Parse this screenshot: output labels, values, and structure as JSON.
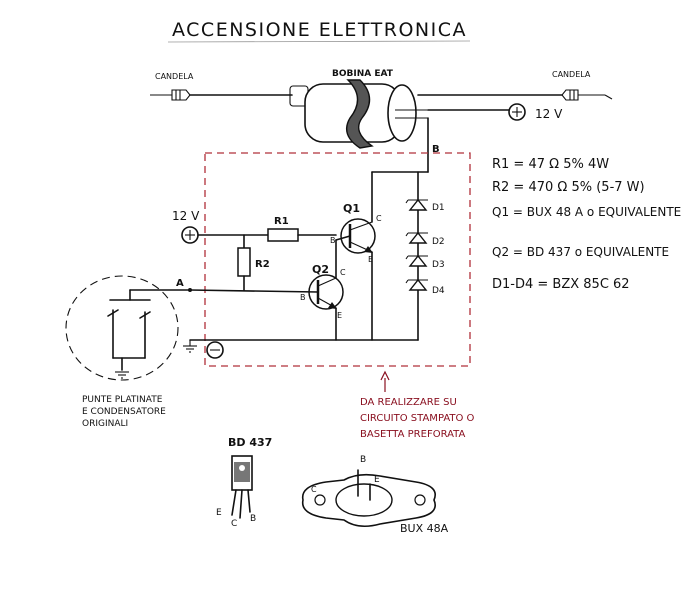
{
  "title": "ACCENSIONE ELETTRONICA",
  "labels": {
    "candela_left": "CANDELA",
    "candela_right": "CANDELA",
    "coil": "BOBINA EAT",
    "v12_top": "12 V",
    "v12_left": "12 V",
    "node_b": "B",
    "node_a": "A",
    "r1": "R1",
    "r2": "R2",
    "q1": "Q1",
    "q2": "Q2",
    "pin_c": "C",
    "pin_b": "B",
    "pin_e": "E",
    "d1": "D1",
    "d2": "D2",
    "d3": "D3",
    "d4": "D4",
    "points_line1": "PUNTE PLATINATE",
    "points_line2": "E CONDENSATORE",
    "points_line3": "ORIGINALI",
    "note_line1": "DA REALIZZARE SU",
    "note_line2": "CIRCUITO STAMPATO O",
    "note_line3": "BASETTA PREFORATA",
    "bd437": "BD 437",
    "bux48a": "BUX 48A"
  },
  "specs": [
    "R1 = 47 Ω 5% 4W",
    "R2 = 470 Ω 5% (5-7 W)",
    "Q1 = BUX 48 A o EQUIVALENTE",
    "Q2 = BD 437 o EQUIVALENTE",
    "D1-D4 = BZX 85C 62"
  ],
  "colors": {
    "ink": "#111111",
    "note_red": "#8a1020",
    "dashed_box": "#b0303a"
  }
}
